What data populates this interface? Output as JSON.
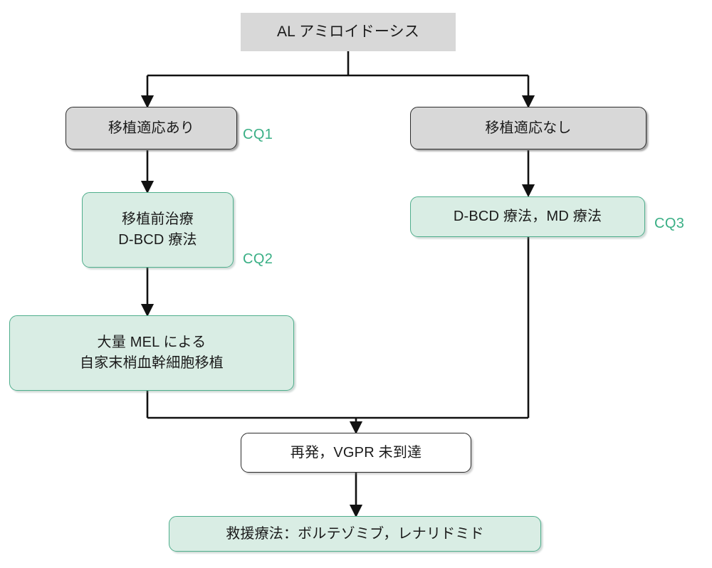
{
  "diagram": {
    "title_text": "AL アミロイドーシス",
    "language": "ja",
    "type": "clinical-treatment-flowchart",
    "accent_color": "#3aaf85",
    "mint_fill": "#d9ede4",
    "mint_stroke": "#4fae8c",
    "gray_fill": "#d8d8d8",
    "line_color": "#111111"
  },
  "nodes": {
    "root": {
      "label": "AL アミロイドーシス"
    },
    "transplant_eligible": {
      "label": "移植適応あり"
    },
    "transplant_ineligible": {
      "label": "移植適応なし"
    },
    "conditioning": {
      "label": "移植前治療\nD-BCD 療法"
    },
    "nontransplant_therapy": {
      "label": "D-BCD 療法，MD 療法"
    },
    "auto_pbsct": {
      "label": "大量 MEL による\n自家末梢血幹細胞移植"
    },
    "relapse": {
      "label": "再発，VGPR 未到達"
    },
    "salvage": {
      "label": "救援療法：ボルテゾミブ，レナリドミド"
    }
  },
  "cq_labels": {
    "cq1": "CQ1",
    "cq2": "CQ2",
    "cq3": "CQ3"
  }
}
